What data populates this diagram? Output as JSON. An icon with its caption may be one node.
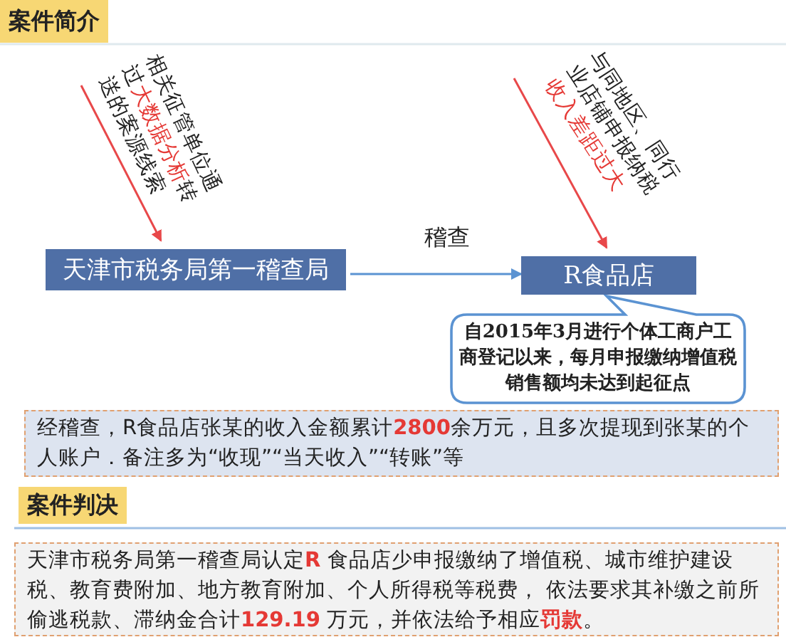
{
  "diagram": {
    "nodes": [
      {
        "text": [
          "天津市税务局第一稽查局"
        ]
      },
      {
        "text": [
          "R食品店"
        ]
      },
      {
        "text": [
          "自2015年3月进行个体工商户工商登记以来，每月申报缴纳增值税销售额均未达到起征点"
        ]
      },
      {
        "text": [
          "经稽查，R食品店张某的收入金额累计**2800**余万元，且多次提现到张某的个人账户．备注多为“收现”“当天收入”“转账”等"
        ]
      },
      {
        "text": [
          "天津市税务局第一稽查局认定**R** 食品店少申报缴纳了增值税、城市维护建设税、教育费附加、地方教育附加、个人所得税等税费， 依法要求其补缴之前所偷逃税款、滞纳金合计**129.19** 万元，并依法给予相应**罚款**。"
        ]
      }
    ],
    "edges": [
      {
        "from": 0,
        "to": 1,
        "arrow": "to",
        "color": "#5b93d2",
        "label": "稽查"
      },
      {
        "from": null,
        "to": 0,
        "arrow": "to",
        "label": "相关征管单位通过**大数据分析**转送的案源线索"
      },
      {
        "from": null,
        "to": 1,
        "arrow": "to",
        "label": "与同地区、同行业店铺申报纳税**收入差距过大**"
      }
    ],
    "labels": [
      "案件简介",
      "案件判决"
    ]
  }
}
